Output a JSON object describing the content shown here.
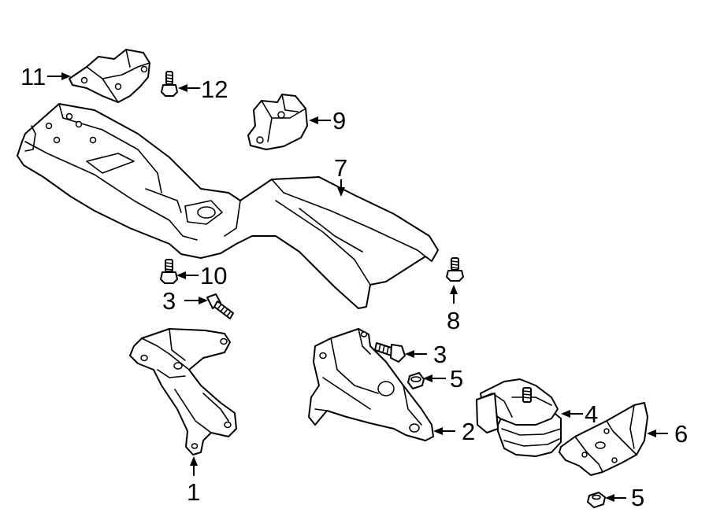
{
  "diagram": {
    "callouts": [
      {
        "id": "c1",
        "label": "1"
      },
      {
        "id": "c2",
        "label": "2"
      },
      {
        "id": "c3a",
        "label": "3"
      },
      {
        "id": "c3b",
        "label": "3"
      },
      {
        "id": "c4",
        "label": "4"
      },
      {
        "id": "c5a",
        "label": "5"
      },
      {
        "id": "c5b",
        "label": "5"
      },
      {
        "id": "c6",
        "label": "6"
      },
      {
        "id": "c7",
        "label": "7"
      },
      {
        "id": "c8",
        "label": "8"
      },
      {
        "id": "c9",
        "label": "9"
      },
      {
        "id": "c10",
        "label": "10"
      },
      {
        "id": "c11",
        "label": "11"
      },
      {
        "id": "c12",
        "label": "12"
      }
    ],
    "colors": {
      "line": "#000000",
      "background": "#ffffff"
    }
  }
}
